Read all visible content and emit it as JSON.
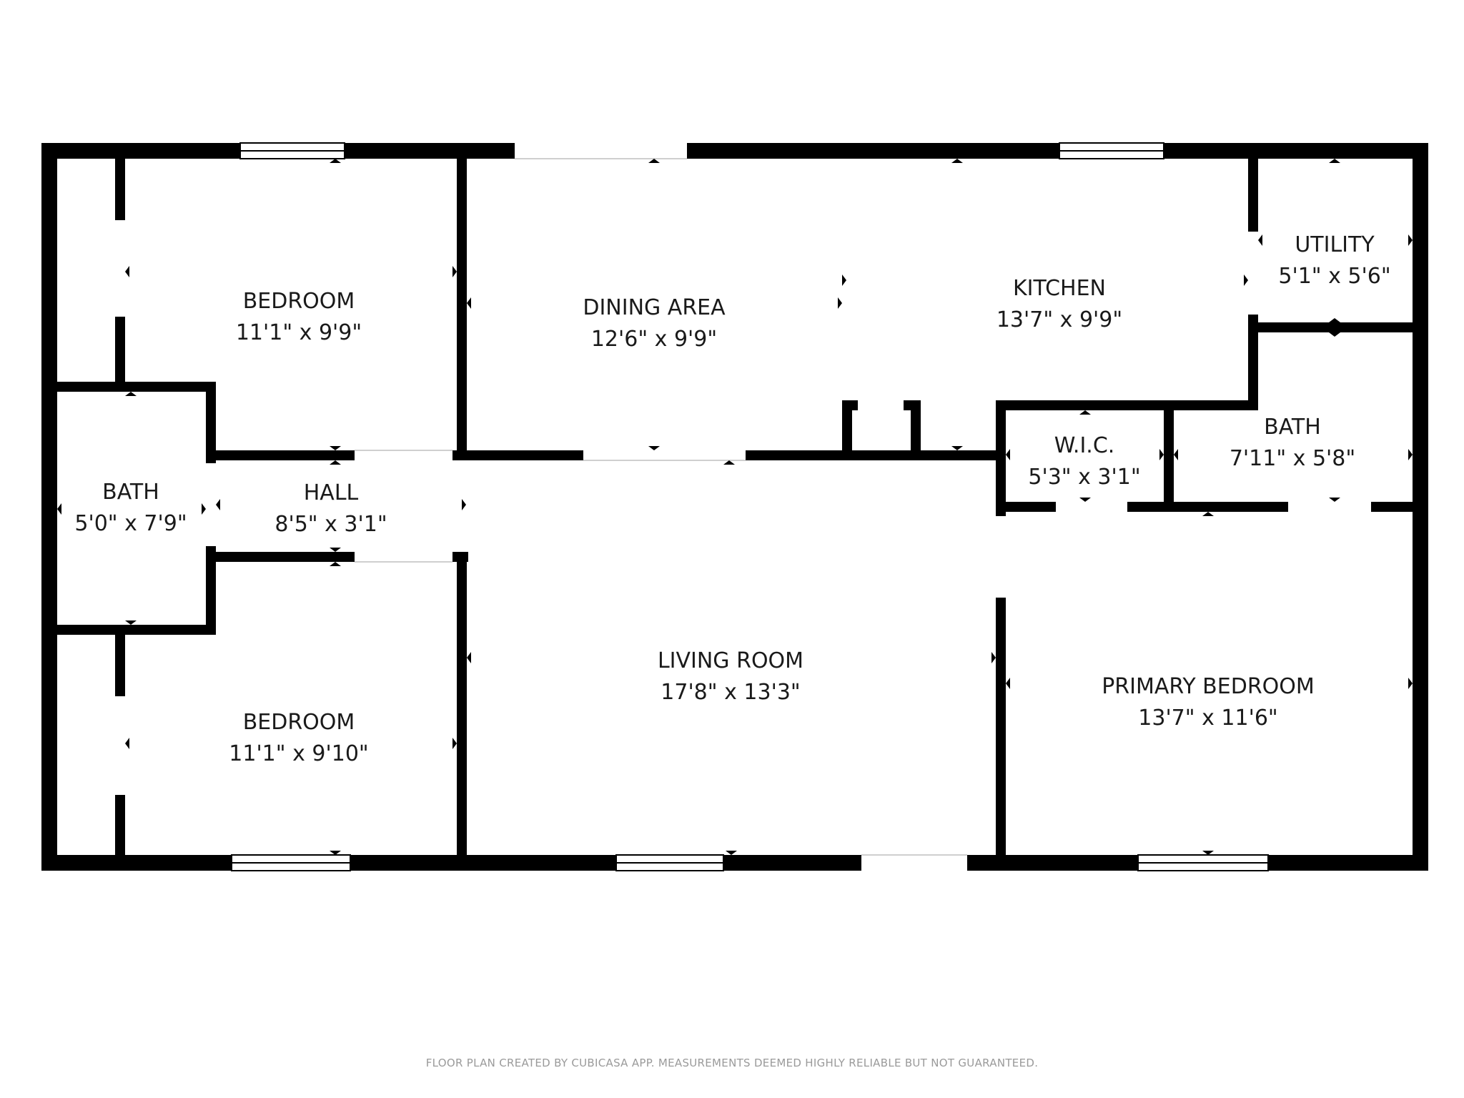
{
  "rooms": {
    "bedroom_top": {
      "name": "BEDROOM",
      "dims": "11'1\" x 9'9\""
    },
    "dining_area": {
      "name": "DINING AREA",
      "dims": "12'6\" x 9'9\""
    },
    "kitchen": {
      "name": "KITCHEN",
      "dims": "13'7\" x 9'9\""
    },
    "utility": {
      "name": "UTILITY",
      "dims": "5'1\" x 5'6\""
    },
    "bath_left": {
      "name": "BATH",
      "dims": "5'0\" x 7'9\""
    },
    "hall": {
      "name": "HALL",
      "dims": "8'5\" x 3'1\""
    },
    "wic": {
      "name": "W.I.C.",
      "dims": "5'3\" x 3'1\""
    },
    "bath_right": {
      "name": "BATH",
      "dims": "7'11\" x 5'8\""
    },
    "living_room": {
      "name": "LIVING ROOM",
      "dims": "17'8\" x 13'3\""
    },
    "primary_bedroom": {
      "name": "PRIMARY BEDROOM",
      "dims": "13'7\" x 11'6\""
    },
    "bedroom_bottom": {
      "name": "BEDROOM",
      "dims": "11'1\" x 9'10\""
    }
  },
  "footer": {
    "disclaimer": "FLOOR PLAN CREATED BY CUBICASA APP. MEASUREMENTS DEEMED HIGHLY RELIABLE BUT NOT GUARANTEED."
  },
  "colors": {
    "wall": "#000000",
    "background": "#ffffff",
    "text": "#1a1a1a",
    "disclaimer": "#9a9a9a"
  }
}
